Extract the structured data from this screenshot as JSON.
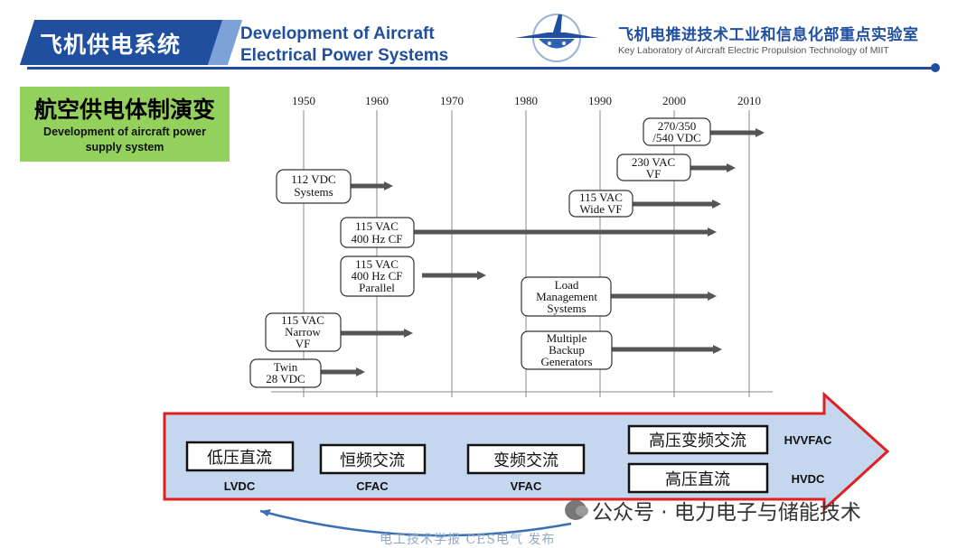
{
  "header": {
    "title_cn": "飞机供电系统",
    "title_en_line1": "Development of Aircraft",
    "title_en_line2": "Electrical Power Systems",
    "lab_cn": "飞机电推进技术工业和信息化部重点实验室",
    "lab_en": "Key Laboratory of Aircraft Electric Propulsion Technology of MIIT"
  },
  "section": {
    "title_cn": "航空供电体制演变",
    "title_en_line1": "Development of aircraft power",
    "title_en_line2": "supply system"
  },
  "timeline": {
    "years": [
      "1950",
      "1960",
      "1970",
      "1980",
      "1990",
      "2000",
      "2010"
    ],
    "items": [
      {
        "lines": [
          "270/350",
          "/540 VDC"
        ]
      },
      {
        "lines": [
          "230 VAC",
          "VF"
        ]
      },
      {
        "lines": [
          "115 VAC",
          "Wide VF"
        ]
      },
      {
        "lines": [
          "112 VDC",
          "Systems"
        ]
      },
      {
        "lines": [
          "115 VAC",
          "400 Hz CF"
        ]
      },
      {
        "lines": [
          "115 VAC",
          "400 Hz CF",
          "Parallel"
        ]
      },
      {
        "lines": [
          "Load",
          "Management",
          "Systems"
        ]
      },
      {
        "lines": [
          "115 VAC",
          "Narrow",
          "VF"
        ]
      },
      {
        "lines": [
          "Multiple",
          "Backup",
          "Generators"
        ]
      },
      {
        "lines": [
          "Twin",
          "28 VDC"
        ]
      }
    ]
  },
  "evolution": {
    "stages": [
      {
        "cn": "低压直流",
        "abbr": "LVDC"
      },
      {
        "cn": "恒频交流",
        "abbr": "CFAC"
      },
      {
        "cn": "变频交流",
        "abbr": "VFAC"
      },
      {
        "cn": "高压变频交流",
        "abbr": "HVVFAC"
      },
      {
        "cn": "高压直流",
        "abbr": "HVDC"
      }
    ]
  },
  "watermark": {
    "text": "公众号 · 电力电子与储能技术",
    "bottom": "电工技术学报 CES电气 发布"
  },
  "colors": {
    "brand_blue": "#1f4f9e",
    "green": "#93d05c",
    "arrow_fill": "#c5d7ee",
    "arrow_border": "#e02020",
    "timeline_arrow": "#555555"
  }
}
